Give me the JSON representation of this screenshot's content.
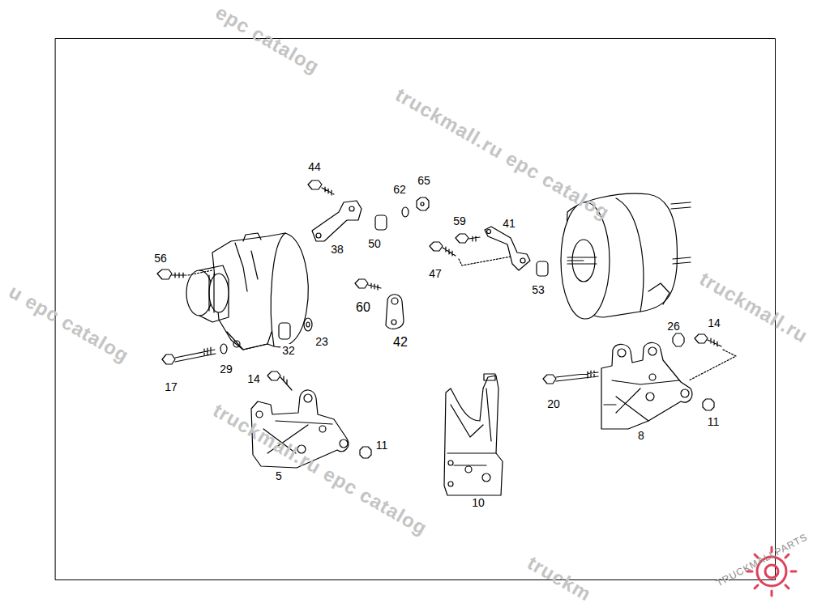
{
  "diagram": {
    "labels": [
      "44",
      "62",
      "65",
      "59",
      "41",
      "56",
      "38",
      "50",
      "47",
      "53",
      "60",
      "42",
      "23",
      "32",
      "17",
      "29",
      "14",
      "26",
      "14",
      "11",
      "11",
      "5",
      "10",
      "20",
      "8",
      "epc catalog",
      "truckmall.ru epc catalog",
      "u epc catalog",
      "truckmall.ru epc catalog",
      "truckmall.ru",
      "truckm",
      "TRUCKMALLPARTS"
    ]
  }
}
